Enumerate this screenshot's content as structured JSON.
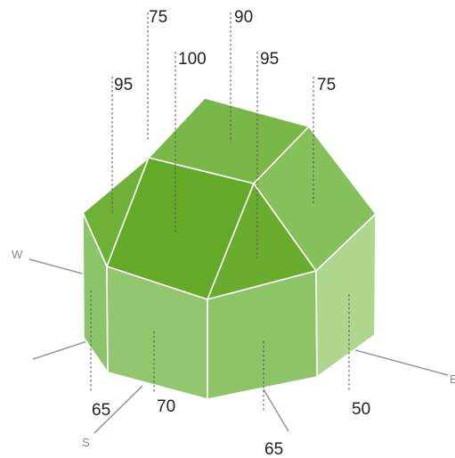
{
  "compass": {
    "west": "W",
    "south": "S",
    "east": "E"
  },
  "values": {
    "top_left": "75",
    "top_center": "90",
    "top_right_inner": "95",
    "center": "100",
    "left_upper": "95",
    "right_upper": "75",
    "bottom_left": "65",
    "bottom_front_left": "70",
    "bottom_front_right": "65",
    "bottom_right": "50"
  },
  "colors": {
    "top": "#7ab749",
    "center": "#64a928",
    "front_upper_right": "#6aad2e",
    "upper_right": "#86c05a",
    "upper_left": "#6fb039",
    "lower_left": "#8cc46a",
    "lower_front_left": "#92c66f",
    "lower_front_right": "#8dc468",
    "lower_right": "#afd68d",
    "axis": "#9a9a9a"
  }
}
